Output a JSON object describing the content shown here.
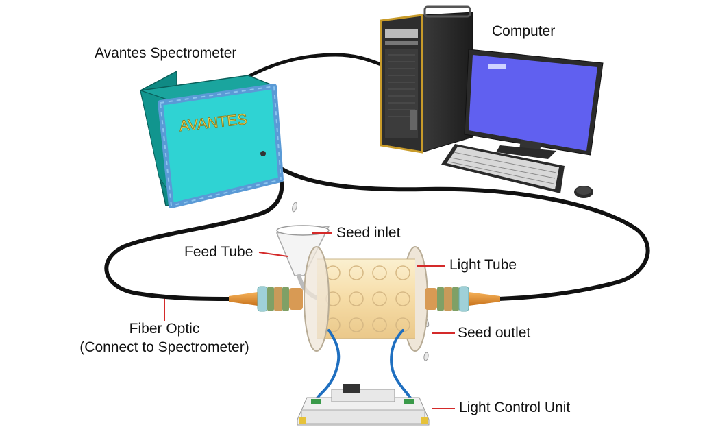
{
  "labels": {
    "computer": "Computer",
    "spectrometer": "Avantes Spectrometer",
    "seed_inlet": "Seed inlet",
    "feed_tube": "Feed Tube",
    "light_tube": "Light Tube",
    "fiber_optic_line1": "Fiber Optic",
    "fiber_optic_line2": "(Connect to Spectrometer)",
    "seed_outlet": "Seed outlet",
    "light_control_unit": "Light Control Unit"
  },
  "device_brand": "AVANTES",
  "colors": {
    "leader_line": "#d42a2a",
    "cable": "#111111",
    "blue_wire": "#1f6fc0",
    "spectrometer_front": "#2fd3d3",
    "spectrometer_side": "#0f8a84",
    "screen": "#6060f0",
    "tube_glow": "#f5dfae",
    "connector": "#e9932a"
  }
}
